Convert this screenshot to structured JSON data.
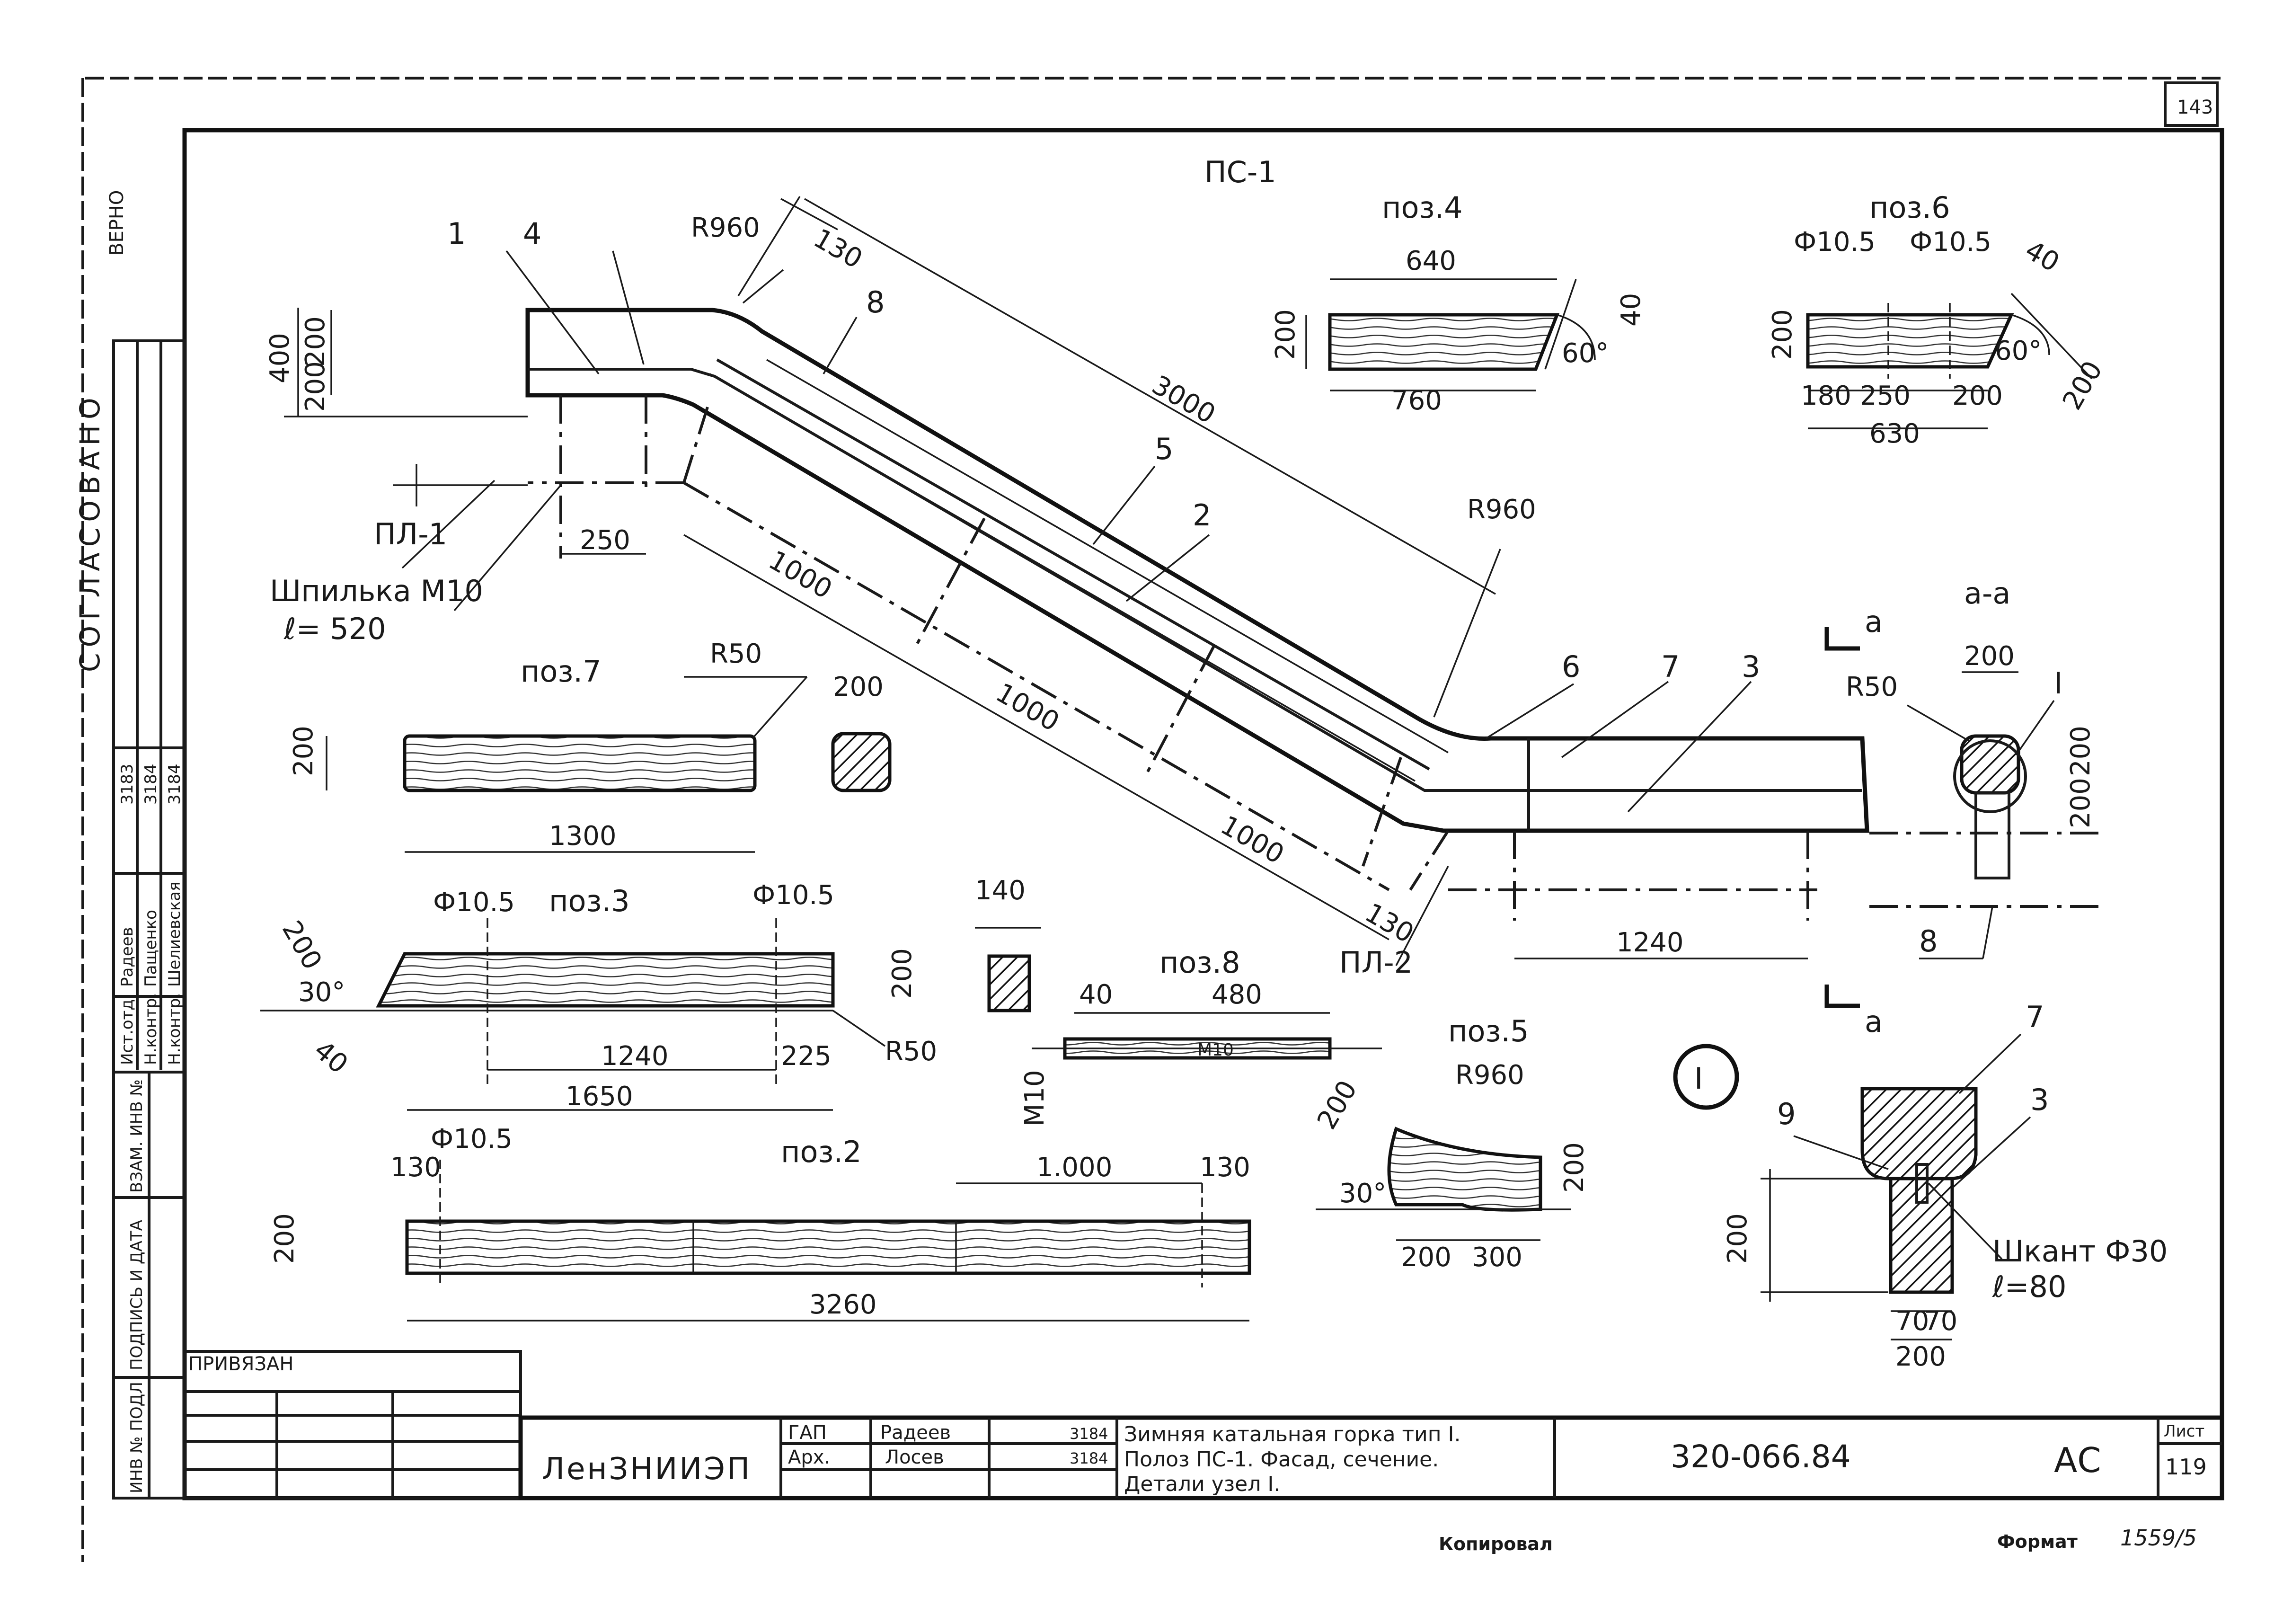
{
  "sheet": {
    "top_right_code": "143",
    "bottom_left_label": "Копировал",
    "bottom_right_label": "Формат",
    "bottom_right_number": "1559/5"
  },
  "left_strip": {
    "verno": "ВЕРНО",
    "soglasovano": "СОГЛАСОВАНО",
    "roles": [
      "Ист.отд.",
      "Н.контр.",
      "Н.контр."
    ],
    "names": [
      "Радеев",
      "Пащенко",
      "Шелиевская"
    ],
    "dates": [
      "3183",
      "3184",
      "3184"
    ],
    "vzam_inv": "ВЗАМ. ИНВ №",
    "podpis_data": "ПОДПИСЬ И ДАТА",
    "inv_podl": "ИНВ № ПОДЛ"
  },
  "title_block": {
    "privyazan": "ПРИВЯЗАН",
    "org": "ЛенЗНИИЭП",
    "roles": [
      "ГАП",
      "Арх."
    ],
    "names": [
      "Радеев",
      "Лосев"
    ],
    "dates": [
      "3184",
      "3184"
    ],
    "description_1": "Зимняя катальная горка тип I.",
    "description_2": "Полоз ПС-1. Фасад, сечение.",
    "description_3": "Детали узел I.",
    "code": "320-066.84",
    "stage": "АС",
    "sheet_label": "Лист",
    "sheet_no": "119"
  },
  "main_view": {
    "title": "ПС-1",
    "callouts": [
      "1",
      "4",
      "8",
      "5",
      "2",
      "6",
      "7",
      "3"
    ],
    "radius_top": "R960",
    "radius_bottom": "R960",
    "dims": [
      "130",
      "3000",
      "400",
      "200",
      "200",
      "250",
      "1000",
      "1000",
      "1000",
      "130",
      "1240"
    ],
    "labels": {
      "pl1": "ПЛ-1",
      "pl2": "ПЛ-2",
      "pin_1": "Шпилька М10",
      "pin_2": "ℓ= 520"
    }
  },
  "poz4": {
    "title": "поз.4",
    "dims": [
      "640",
      "760",
      "200",
      "40"
    ],
    "angle": "60°"
  },
  "poz6": {
    "title": "поз.6",
    "dims": [
      "180",
      "250",
      "200",
      "630",
      "200",
      "40",
      "200"
    ],
    "holes": [
      "Ф10.5",
      "Ф10.5"
    ],
    "angle": "60°"
  },
  "poz7": {
    "title": "поз.7",
    "radius": "R50",
    "dims": [
      "200",
      "1300",
      "200"
    ]
  },
  "poz3": {
    "title": "поз.3",
    "holes": [
      "Ф10.5",
      "Ф10.5"
    ],
    "dims": [
      "200",
      "40",
      "1240",
      "225",
      "1650",
      "200"
    ],
    "angle": "30°",
    "radius": "R50",
    "section_dim": "140"
  },
  "poz8": {
    "title": "поз.8",
    "dims": [
      "40",
      "480",
      "М10"
    ],
    "thread": "М10"
  },
  "poz2": {
    "title": "поз.2",
    "hole": "Ф10.5",
    "dims": [
      "130",
      "1.000",
      "130",
      "3260",
      "200"
    ]
  },
  "poz5": {
    "title": "поз.5",
    "radius": "R960",
    "dims": [
      "200",
      "200",
      "300",
      "200"
    ],
    "angle": "30°"
  },
  "section_aa": {
    "title": "а-а",
    "radius": "R50",
    "node": "I",
    "dims": [
      "200",
      "200",
      "200"
    ],
    "callout": "8",
    "cut_letter": "а"
  },
  "node_I": {
    "title": "I",
    "callouts": [
      "7",
      "9",
      "3"
    ],
    "dowel_1": "Шкант Ф30",
    "dowel_2": "ℓ=80",
    "dims": [
      "200",
      "70",
      "70",
      "200"
    ]
  }
}
